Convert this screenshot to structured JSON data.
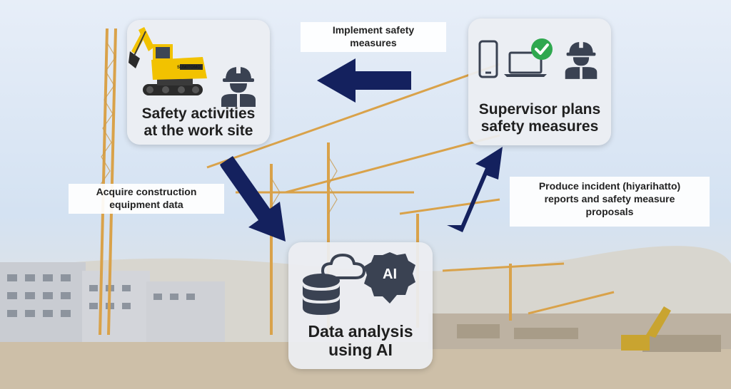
{
  "nodes": {
    "site": {
      "line1": "Safety activities",
      "line2": "at the work site",
      "excavator_brand": "SUMITOMO"
    },
    "supervisor": {
      "line1": "Supervisor plans",
      "line2": "safety measures"
    },
    "analysis": {
      "line1": "Data analysis",
      "line2": "using AI",
      "ai_badge": "AI"
    }
  },
  "edges": {
    "implement": {
      "line1": "Implement safety",
      "line2": "measures"
    },
    "acquire": {
      "line1": "Acquire construction",
      "line2": "equipment data"
    },
    "produce": {
      "line1": "Produce incident (hiyarihatto)",
      "line2": "reports and safety measure",
      "line3": "proposals"
    }
  },
  "colors": {
    "arrow": "#14215e",
    "icon": "#3a4252",
    "excavator": "#f2c200",
    "check": "#2fa84f"
  },
  "icons": [
    "excavator-icon",
    "worker-helmet-icon",
    "smartphone-icon",
    "laptop-icon",
    "check-badge-icon",
    "cloud-icon",
    "database-icon",
    "ai-brain-icon"
  ]
}
